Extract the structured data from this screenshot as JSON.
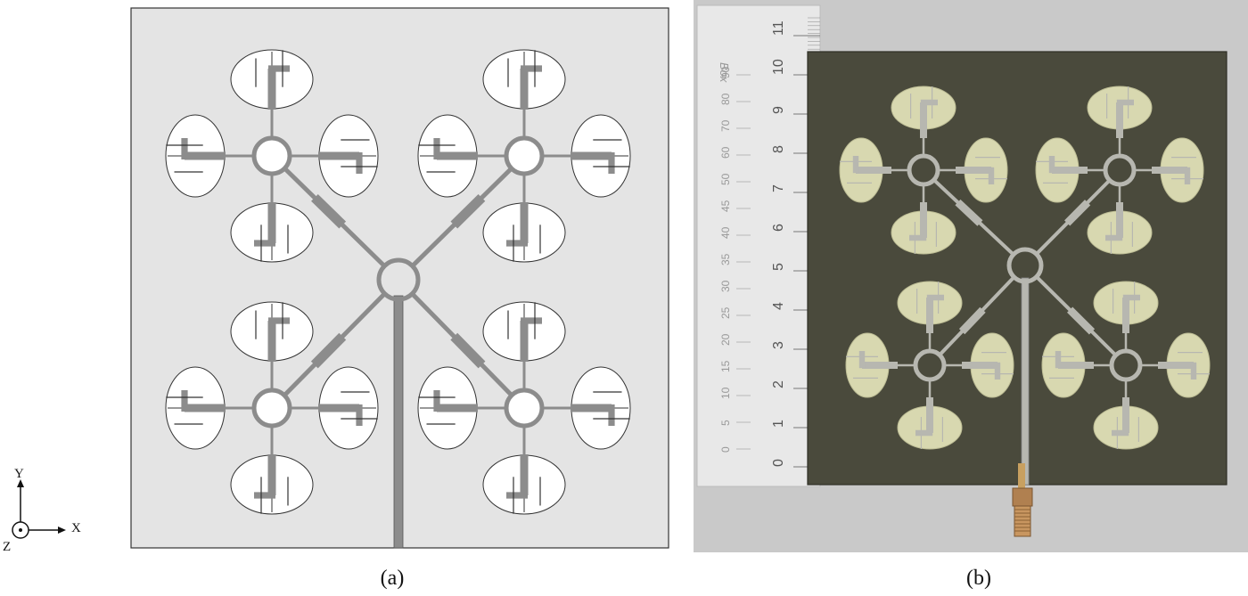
{
  "figure": {
    "left_caption": "(a)",
    "right_caption": "(b)"
  },
  "axes": {
    "x_label": "X",
    "y_label": "Y",
    "z_label": "Z"
  },
  "ruler": {
    "cm_labels": [
      "11",
      "10",
      "9",
      "8",
      "7",
      "6",
      "5",
      "4",
      "3",
      "2",
      "1",
      "0"
    ],
    "mm_labels": [
      "90",
      "80",
      "70",
      "60",
      "50",
      "45",
      "40",
      "35",
      "30",
      "25",
      "20",
      "15",
      "10",
      "5",
      "0"
    ],
    "brand": "Box"
  },
  "colors": {
    "substrate_left": "#e4e4e4",
    "conductor": "#8c8c8c",
    "photo_background": "#c9c9c9",
    "photo_substrate": "#4a4a3c",
    "photo_patch": "#d8d8b0",
    "photo_copper": "#b7b7b0"
  }
}
